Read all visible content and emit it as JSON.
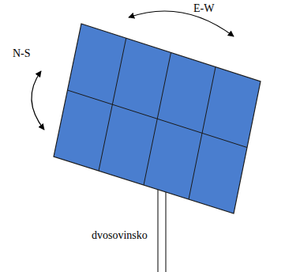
{
  "diagram": {
    "labels": [
      "E-W",
      "N-S",
      "dvosovinsko"
    ]
  }
}
